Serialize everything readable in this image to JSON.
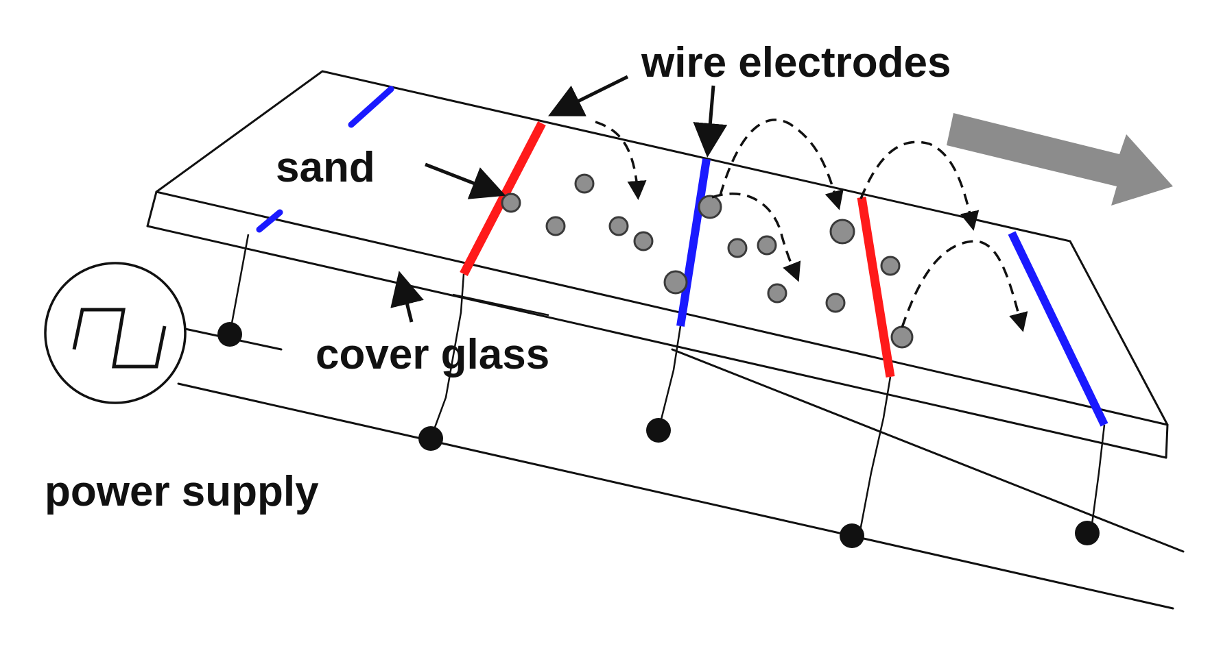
{
  "labels": {
    "wire_electrodes": "wire electrodes",
    "sand": "sand",
    "cover_glass": "cover glass",
    "power_supply": "power supply"
  },
  "colors": {
    "electrode_positive": "#ff1a1a",
    "electrode_negative": "#1a1aff",
    "transport_arrow": "#8c8c8c",
    "line": "#111111",
    "grain": "#8f8f8f"
  },
  "icons": {
    "power_source": "square-wave-source-icon",
    "transport_direction": "gray-right-arrow-icon"
  }
}
